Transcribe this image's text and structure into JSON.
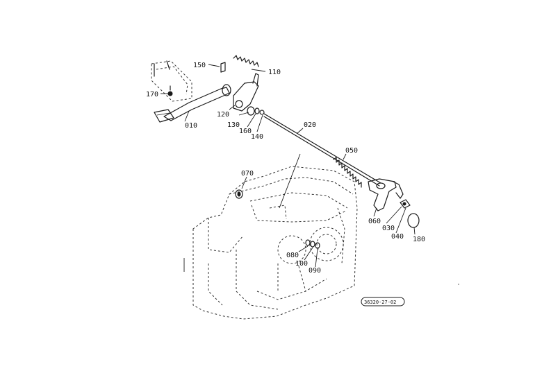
{
  "parts": {
    "p010": "010",
    "p020": "020",
    "p030": "030",
    "p040": "040",
    "p050": "050",
    "p060": "060",
    "p070": "070",
    "p080": "080",
    "p090": "090",
    "p100": "100",
    "p110": "110",
    "p120": "120",
    "p130": "130",
    "p140": "140",
    "p150": "150",
    "p160": "160",
    "p170": "170",
    "p180": "180"
  },
  "drawing_code": "36320-27-02"
}
